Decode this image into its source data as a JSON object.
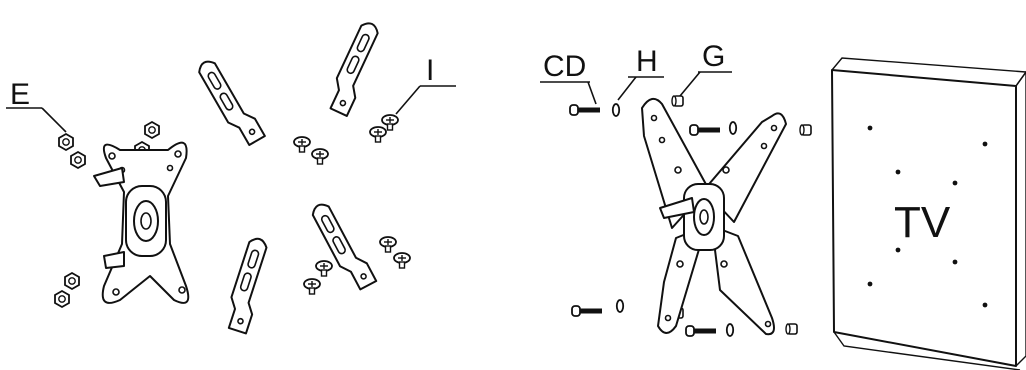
{
  "labels": {
    "E": "E",
    "I": "I",
    "CD": "CD",
    "H": "H",
    "G": "G",
    "TV": "TV"
  }
}
